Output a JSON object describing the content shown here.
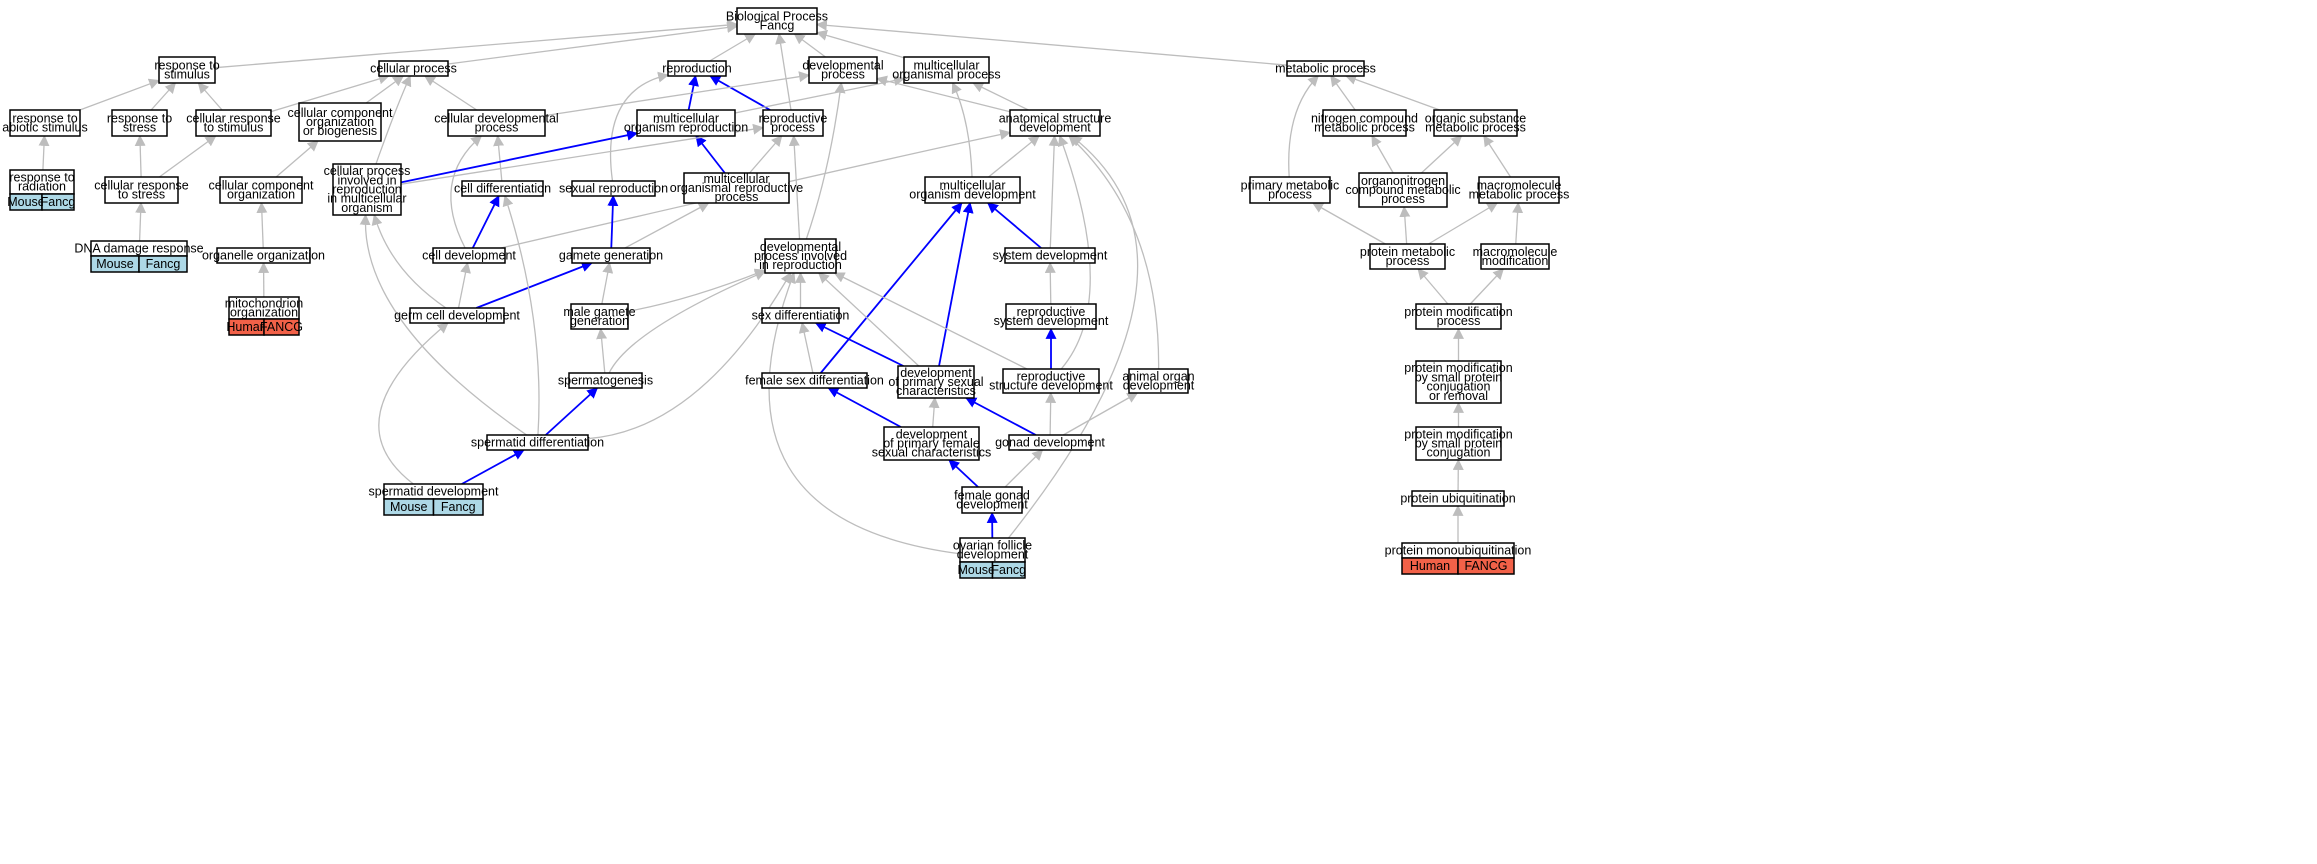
{
  "colors": {
    "edge_gray": "#bdbdbd",
    "edge_blue": "#0000ff",
    "mouse_badge": "#add8e6",
    "human_badge": "#f26148"
  },
  "nodes": {
    "root": [
      "Biological Process",
      "Fancg"
    ],
    "resp_stim": [
      "response to",
      "stimulus"
    ],
    "cell_proc": [
      "cellular process"
    ],
    "reproduction": [
      "reproduction"
    ],
    "dev_proc": [
      "developmental",
      "process"
    ],
    "multi_proc": [
      "multicellular",
      "organismal process"
    ],
    "metab": [
      "metabolic process"
    ],
    "resp_abiotic": [
      "response to",
      "abiotic stimulus"
    ],
    "resp_stress": [
      "response to",
      "stress"
    ],
    "cell_resp_stim": [
      "cellular response",
      "to stimulus"
    ],
    "cc_org_bio": [
      "cellular component",
      "organization",
      "or biogenesis"
    ],
    "cell_dev_proc": [
      "cellular developmental",
      "process"
    ],
    "multi_org_repro": [
      "multicellular",
      "organism reproduction"
    ],
    "repro_proc": [
      "reproductive",
      "process"
    ],
    "anat_dev": [
      "anatomical structure",
      "development"
    ],
    "nitro_metab": [
      "nitrogen compound",
      "metabolic process"
    ],
    "org_subst": [
      "organic substance",
      "metabolic process"
    ],
    "resp_rad": [
      "response to",
      "radiation"
    ],
    "cell_resp_stress": [
      "cellular response",
      "to stress"
    ],
    "cc_org": [
      "cellular component",
      "organization"
    ],
    "cell_proc_repro": [
      "cellular process",
      "involved in",
      "reproduction",
      "in multicellular",
      "organism"
    ],
    "cell_diff": [
      "cell differentiation"
    ],
    "sexual_repro": [
      "sexual reproduction"
    ],
    "multi_org_repro_proc": [
      "multicellular",
      "organismal reproductive",
      "process"
    ],
    "multi_org_dev": [
      "multicellular",
      "organism development"
    ],
    "prim_metab": [
      "primary metabolic",
      "process"
    ],
    "organonitro": [
      "organonitrogen",
      "compound metabolic",
      "process"
    ],
    "macro_metab": [
      "macromolecule",
      "metabolic process"
    ],
    "dna_damage": [
      "DNA damage response"
    ],
    "organelle_org": [
      "organelle organization"
    ],
    "cell_dev": [
      "cell development"
    ],
    "gamete_gen": [
      "gamete generation"
    ],
    "dev_proc_repro": [
      "developmental",
      "process involved",
      "in reproduction"
    ],
    "system_dev": [
      "system development"
    ],
    "protein_metab": [
      "protein metabolic",
      "process"
    ],
    "macro_mod": [
      "macromolecule",
      "modification"
    ],
    "mito_org": [
      "mitochondrion",
      "organization"
    ],
    "germ_cell_dev": [
      "germ cell development"
    ],
    "male_gamete": [
      "male gamete",
      "generation"
    ],
    "sex_diff": [
      "sex differentiation"
    ],
    "repro_sys_dev": [
      "reproductive",
      "system development"
    ],
    "protein_mod_proc": [
      "protein modification",
      "process"
    ],
    "spermatogenesis": [
      "spermatogenesis"
    ],
    "female_sex_diff": [
      "female sex differentiation"
    ],
    "dev_prim_sex": [
      "development",
      "of primary sexual",
      "characteristics"
    ],
    "repro_struct_dev": [
      "reproductive",
      "structure development"
    ],
    "animal_organ": [
      "animal organ",
      "development"
    ],
    "pm_small_removal": [
      "protein modification",
      "by small protein",
      "conjugation",
      "or removal"
    ],
    "spermatid_diff": [
      "spermatid differentiation"
    ],
    "dev_prim_female": [
      "development",
      "of primary female",
      "sexual characteristics"
    ],
    "gonad_dev": [
      "gonad development"
    ],
    "pm_small_conj": [
      "protein modification",
      "by small protein",
      "conjugation"
    ],
    "spermatid_dev": [
      "spermatid development"
    ],
    "female_gonad": [
      "female gonad",
      "development"
    ],
    "protein_ubiq": [
      "protein ubiquitination"
    ],
    "ovarian_follicle": [
      "ovarian follicle",
      "development"
    ],
    "protein_monoubiq": [
      "protein monoubiquitination"
    ]
  },
  "badges": {
    "resp_rad": [
      "Mouse",
      "Fancg"
    ],
    "dna_damage": [
      "Mouse",
      "Fancg"
    ],
    "mito_org": [
      "Human",
      "FANCG"
    ],
    "spermatid_dev": [
      "Mouse",
      "Fancg"
    ],
    "ovarian_follicle": [
      "Mouse",
      "Fancg"
    ],
    "protein_monoubiq": [
      "Human",
      "FANCG"
    ]
  },
  "edges": [
    [
      "resp_stim",
      "root",
      "gray"
    ],
    [
      "cell_proc",
      "root",
      "gray"
    ],
    [
      "reproduction",
      "root",
      "gray"
    ],
    [
      "dev_proc",
      "root",
      "gray"
    ],
    [
      "multi_proc",
      "root",
      "gray"
    ],
    [
      "metab",
      "root",
      "gray"
    ],
    [
      "repro_proc",
      "root",
      "gray"
    ],
    [
      "resp_abiotic",
      "resp_stim",
      "gray"
    ],
    [
      "resp_stress",
      "resp_stim",
      "gray"
    ],
    [
      "cell_resp_stim",
      "resp_stim",
      "gray"
    ],
    [
      "cell_resp_stim",
      "cell_proc",
      "gray"
    ],
    [
      "cc_org_bio",
      "cell_proc",
      "gray"
    ],
    [
      "cell_dev_proc",
      "cell_proc",
      "gray"
    ],
    [
      "cell_proc_repro",
      "cell_proc",
      "gray"
    ],
    [
      "multi_org_repro",
      "reproduction",
      "blue"
    ],
    [
      "repro_proc",
      "reproduction",
      "blue"
    ],
    [
      "sexual_repro",
      "reproduction",
      "gray"
    ],
    [
      "cell_dev_proc",
      "dev_proc",
      "gray"
    ],
    [
      "anat_dev",
      "dev_proc",
      "gray"
    ],
    [
      "dev_proc_repro",
      "dev_proc",
      "gray"
    ],
    [
      "anat_dev",
      "multi_proc",
      "gray"
    ],
    [
      "multi_org_repro",
      "multi_proc",
      "gray"
    ],
    [
      "multi_org_dev",
      "multi_proc",
      "gray"
    ],
    [
      "prim_metab",
      "metab",
      "gray"
    ],
    [
      "nitro_metab",
      "metab",
      "gray"
    ],
    [
      "org_subst",
      "metab",
      "gray"
    ],
    [
      "resp_rad",
      "resp_abiotic",
      "gray"
    ],
    [
      "cell_resp_stress",
      "resp_stress",
      "gray"
    ],
    [
      "cell_resp_stress",
      "cell_resp_stim",
      "gray"
    ],
    [
      "cc_org",
      "cc_org_bio",
      "gray"
    ],
    [
      "cell_diff",
      "cell_dev_proc",
      "gray"
    ],
    [
      "cell_dev",
      "cell_dev_proc",
      "gray"
    ],
    [
      "multi_org_repro_proc",
      "multi_org_repro",
      "blue"
    ],
    [
      "cell_proc_repro",
      "multi_org_repro",
      "blue"
    ],
    [
      "multi_org_repro_proc",
      "repro_proc",
      "gray"
    ],
    [
      "dev_proc_repro",
      "repro_proc",
      "gray"
    ],
    [
      "cell_proc_repro",
      "repro_proc",
      "gray"
    ],
    [
      "multi_org_dev",
      "anat_dev",
      "gray"
    ],
    [
      "system_dev",
      "anat_dev",
      "gray"
    ],
    [
      "cell_dev",
      "anat_dev",
      "gray"
    ],
    [
      "repro_struct_dev",
      "anat_dev",
      "gray"
    ],
    [
      "animal_organ",
      "anat_dev",
      "gray"
    ],
    [
      "ovarian_follicle",
      "anat_dev",
      "gray"
    ],
    [
      "organonitro",
      "nitro_metab",
      "gray"
    ],
    [
      "organonitro",
      "org_subst",
      "gray"
    ],
    [
      "macro_metab",
      "org_subst",
      "gray"
    ],
    [
      "dna_damage",
      "cell_resp_stress",
      "gray"
    ],
    [
      "organelle_org",
      "cc_org",
      "gray"
    ],
    [
      "mito_org",
      "organelle_org",
      "gray"
    ],
    [
      "cell_dev",
      "cell_diff",
      "blue"
    ],
    [
      "gamete_gen",
      "sexual_repro",
      "blue"
    ],
    [
      "gamete_gen",
      "multi_org_repro_proc",
      "gray"
    ],
    [
      "system_dev",
      "multi_org_dev",
      "blue"
    ],
    [
      "dev_prim_sex",
      "multi_org_dev",
      "blue"
    ],
    [
      "female_sex_diff",
      "multi_org_dev",
      "blue"
    ],
    [
      "protein_metab",
      "prim_metab",
      "gray"
    ],
    [
      "protein_metab",
      "organonitro",
      "gray"
    ],
    [
      "protein_metab",
      "macro_metab",
      "gray"
    ],
    [
      "macro_mod",
      "macro_metab",
      "gray"
    ],
    [
      "germ_cell_dev",
      "cell_dev",
      "gray"
    ],
    [
      "germ_cell_dev",
      "gamete_gen",
      "blue"
    ],
    [
      "germ_cell_dev",
      "cell_proc_repro",
      "gray"
    ],
    [
      "male_gamete",
      "gamete_gen",
      "gray"
    ],
    [
      "male_gamete",
      "dev_proc_repro",
      "gray"
    ],
    [
      "spermatogenesis",
      "dev_proc_repro",
      "gray"
    ],
    [
      "sex_diff",
      "dev_proc_repro",
      "gray"
    ],
    [
      "dev_prim_sex",
      "dev_proc_repro",
      "gray"
    ],
    [
      "repro_struct_dev",
      "dev_proc_repro",
      "gray"
    ],
    [
      "spermatid_diff",
      "dev_proc_repro",
      "gray"
    ],
    [
      "ovarian_follicle",
      "dev_proc_repro",
      "gray"
    ],
    [
      "repro_sys_dev",
      "system_dev",
      "gray"
    ],
    [
      "protein_mod_proc",
      "protein_metab",
      "gray"
    ],
    [
      "protein_mod_proc",
      "macro_mod",
      "gray"
    ],
    [
      "spermatogenesis",
      "male_gamete",
      "gray"
    ],
    [
      "female_sex_diff",
      "sex_diff",
      "gray"
    ],
    [
      "dev_prim_sex",
      "sex_diff",
      "blue"
    ],
    [
      "repro_struct_dev",
      "repro_sys_dev",
      "blue"
    ],
    [
      "pm_small_removal",
      "protein_mod_proc",
      "gray"
    ],
    [
      "spermatid_diff",
      "spermatogenesis",
      "blue"
    ],
    [
      "spermatid_diff",
      "cell_diff",
      "gray"
    ],
    [
      "spermatid_diff",
      "cell_proc_repro",
      "gray"
    ],
    [
      "dev_prim_female",
      "female_sex_diff",
      "blue"
    ],
    [
      "dev_prim_female",
      "dev_prim_sex",
      "gray"
    ],
    [
      "gonad_dev",
      "dev_prim_sex",
      "blue"
    ],
    [
      "gonad_dev",
      "repro_struct_dev",
      "gray"
    ],
    [
      "gonad_dev",
      "animal_organ",
      "gray"
    ],
    [
      "pm_small_conj",
      "pm_small_removal",
      "gray"
    ],
    [
      "spermatid_dev",
      "spermatid_diff",
      "blue"
    ],
    [
      "spermatid_dev",
      "germ_cell_dev",
      "gray"
    ],
    [
      "female_gonad",
      "dev_prim_female",
      "blue"
    ],
    [
      "female_gonad",
      "gonad_dev",
      "gray"
    ],
    [
      "protein_ubiq",
      "pm_small_conj",
      "gray"
    ],
    [
      "ovarian_follicle",
      "female_gonad",
      "blue"
    ],
    [
      "protein_monoubiq",
      "protein_ubiq",
      "gray"
    ]
  ]
}
